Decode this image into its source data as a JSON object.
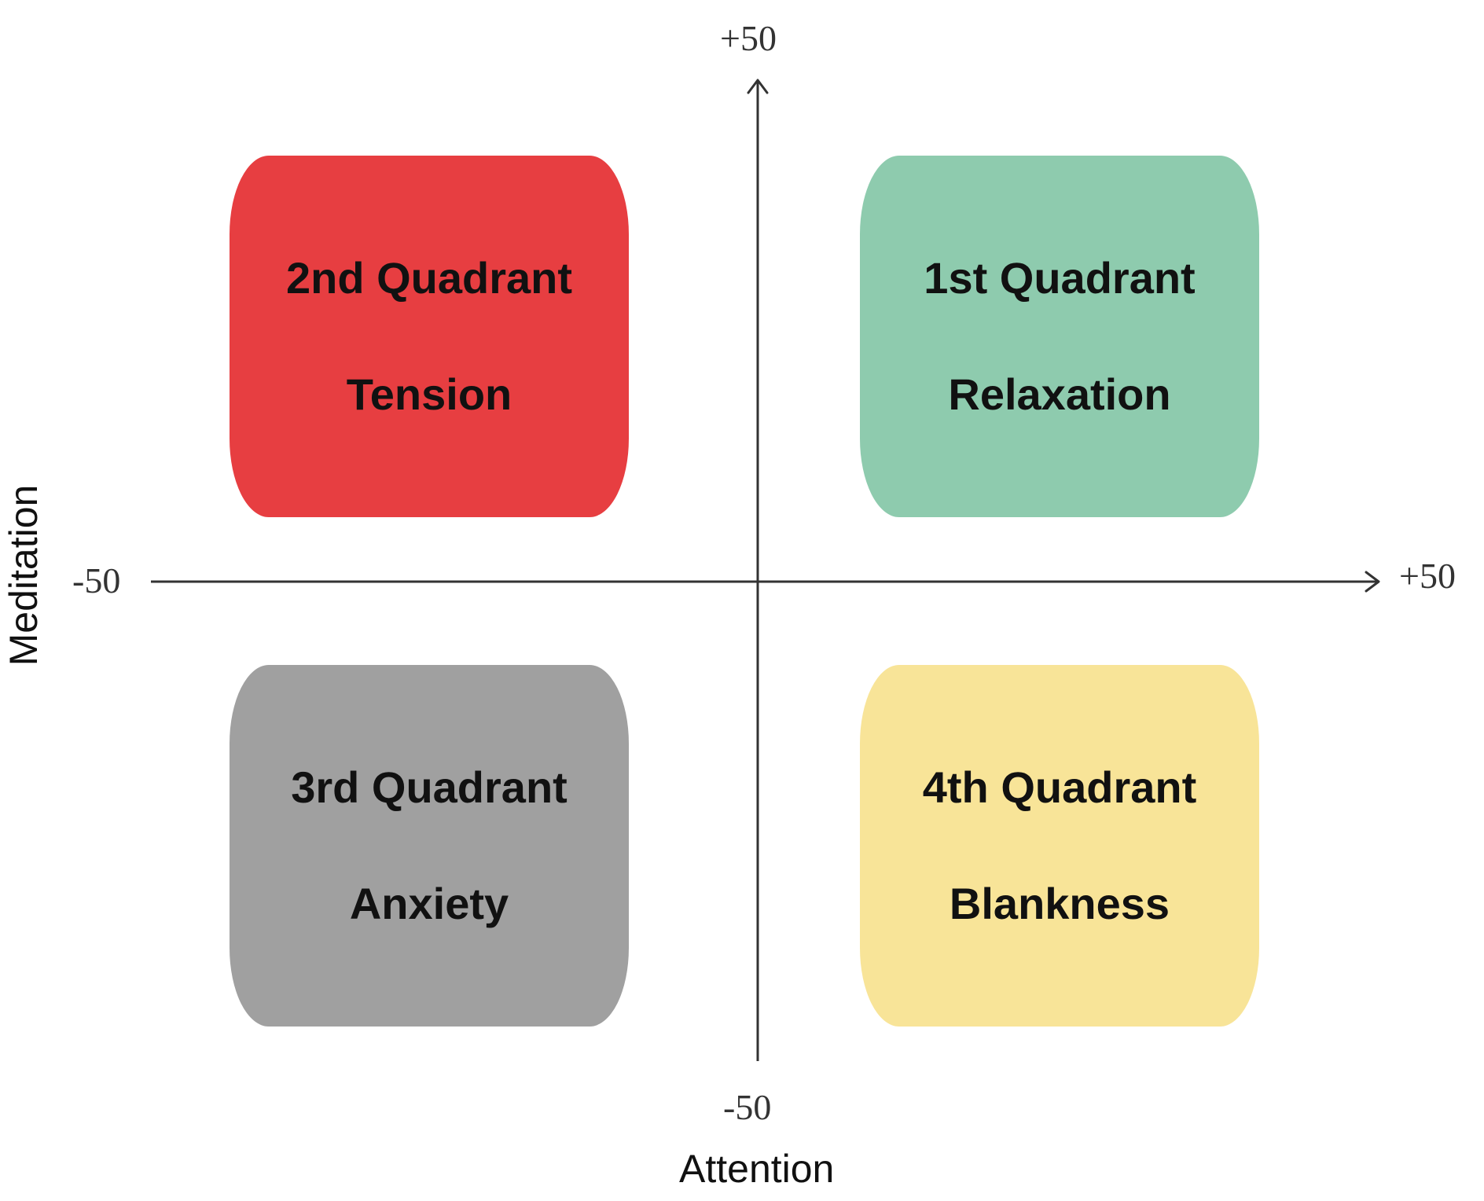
{
  "axes": {
    "y_top_label": "+50",
    "y_bottom_label": "-50",
    "x_left_label": "-50",
    "x_right_label": "+50",
    "x_title": "Attention",
    "y_title": "Meditation"
  },
  "quadrants": [
    {
      "name": "1st Quadrant",
      "state": "Relaxation",
      "color": "#8ecbae"
    },
    {
      "name": "2nd Quadrant",
      "state": "Tension",
      "color": "#e73e41"
    },
    {
      "name": "3rd Quadrant",
      "state": "Anxiety",
      "color": "#a0a0a0"
    },
    {
      "name": "4th Quadrant",
      "state": "Blankness",
      "color": "#f8e498"
    }
  ]
}
